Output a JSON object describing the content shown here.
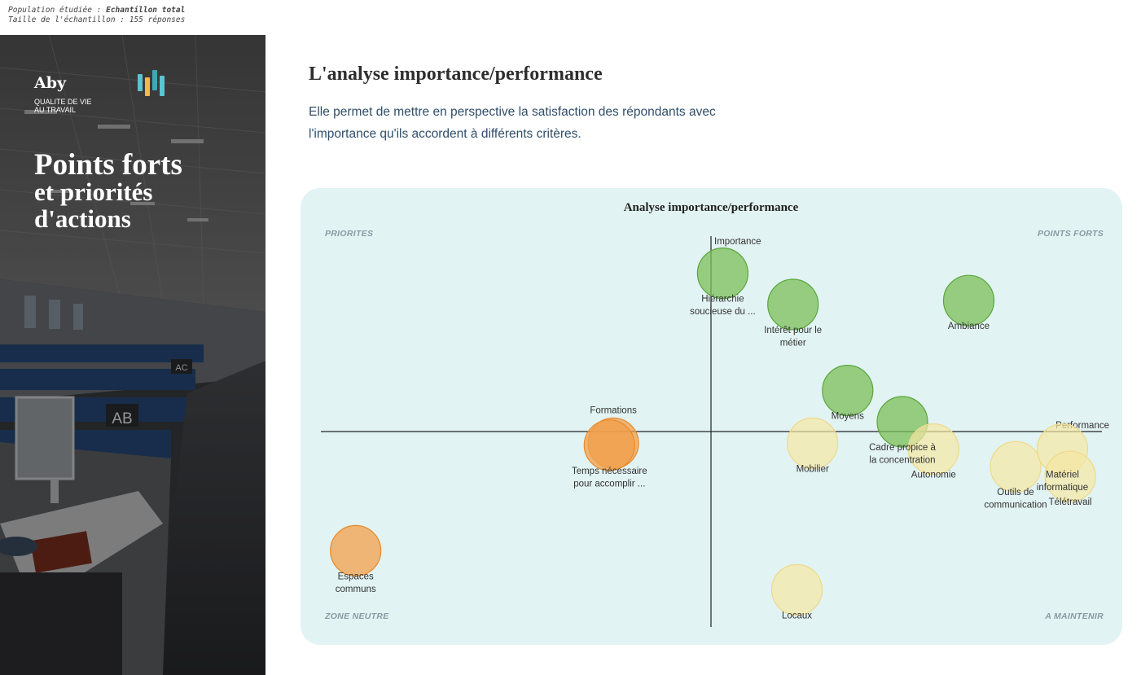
{
  "meta": {
    "population_label": "Population étudiée : ",
    "population_value": "Echantillon total",
    "sample_label": "Taille de l'échantillon : 155 réponses"
  },
  "sidebar": {
    "brand": "Aby",
    "brand_sub_1": "QUALITE DE VIE",
    "brand_sub_2": "AU TRAVAIL",
    "title_line1": "Points forts",
    "title_line2": "et priorités",
    "title_line3": "d'actions",
    "logo_colors": [
      "#5bc4d1",
      "#f4b942",
      "#3fa7b5",
      "#5bc4d1"
    ],
    "photo_signs": [
      "AB",
      "AC"
    ]
  },
  "main": {
    "heading": "L'analyse importance/performance",
    "intro": "Elle permet de mettre en perspective la satisfaction des répondants avec l'importance qu'ils accordent à différents critères."
  },
  "colors": {
    "accent_text": "#2f4e6b",
    "panel_bg": "#e2f3f3",
    "green": "#7cbf5a",
    "orange": "#f2a04a",
    "yellow": "#f5e7a3"
  },
  "chart_data": {
    "type": "scatter",
    "title": "Analyse importance/performance",
    "xlabel": "Performance",
    "ylabel": "Importance",
    "xlim": [
      -10,
      10
    ],
    "ylim": [
      -10,
      10
    ],
    "grid": false,
    "quadrants": {
      "top_left": "PRIORITES",
      "top_right": "POINTS FORTS",
      "bottom_left": "ZONE NEUTRE",
      "bottom_right": "A MAINTENIR"
    },
    "points": [
      {
        "label": "Hiérarchie soucieuse du ...",
        "lines": [
          "Hiérarchie",
          "soucieuse du ..."
        ],
        "x": 0.3,
        "y": 8.1,
        "group": "green"
      },
      {
        "label": "Intérêt pour le métier",
        "lines": [
          "Intérêt pour le",
          "métier"
        ],
        "x": 2.1,
        "y": 6.5,
        "group": "green"
      },
      {
        "label": "Ambiance",
        "lines": [
          "Ambiance"
        ],
        "x": 6.6,
        "y": 6.7,
        "group": "green"
      },
      {
        "label": "Moyens",
        "lines": [
          "Moyens"
        ],
        "x": 3.5,
        "y": 2.1,
        "group": "green"
      },
      {
        "label": "Cadre propice à la concentration",
        "lines": [
          "Cadre propice à",
          "la concentration"
        ],
        "x": 4.9,
        "y": 0.5,
        "group": "green"
      },
      {
        "label": "Formations",
        "lines": [
          "Formations"
        ],
        "x": -2.5,
        "y": -0.6,
        "group": "orange"
      },
      {
        "label": "Temps nécessaire pour accomplir ...",
        "lines": [
          "Temps nécessaire",
          "pour accomplir ..."
        ],
        "x": -2.6,
        "y": -0.7,
        "group": "orange"
      },
      {
        "label": "Espaces communs",
        "lines": [
          "Espaces",
          "communs"
        ],
        "x": -9.1,
        "y": -6.1,
        "group": "orange"
      },
      {
        "label": "Mobilier",
        "lines": [
          "Mobilier"
        ],
        "x": 2.6,
        "y": -0.6,
        "group": "yellow"
      },
      {
        "label": "Autonomie",
        "lines": [
          "Autonomie"
        ],
        "x": 5.7,
        "y": -0.9,
        "group": "yellow"
      },
      {
        "label": "Outils de communication",
        "lines": [
          "Outils de",
          "communication"
        ],
        "x": 7.8,
        "y": -1.8,
        "group": "yellow"
      },
      {
        "label": "Matériel informatique",
        "lines": [
          "Matériel",
          "informatique"
        ],
        "x": 9.0,
        "y": -0.9,
        "group": "yellow"
      },
      {
        "label": "Télétravail",
        "lines": [
          "Télétravail"
        ],
        "x": 9.2,
        "y": -2.3,
        "group": "yellow"
      },
      {
        "label": "Locaux",
        "lines": [
          "Locaux"
        ],
        "x": 2.2,
        "y": -8.1,
        "group": "yellow"
      }
    ]
  }
}
